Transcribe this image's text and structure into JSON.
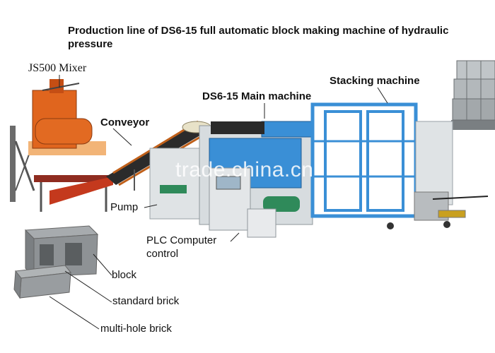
{
  "title": "Production line of DS6-15 full automatic block making machine of hydraulic pressure",
  "labels": {
    "mixer": "JS500 Mixer",
    "conveyor": "Conveyor",
    "main_machine": "DS6-15 Main machine",
    "stacking_machine": "Stacking machine",
    "pump": "Pump",
    "plc": "PLC Computer control",
    "block": "block",
    "standard_brick": "standard brick",
    "multi_hole_brick": "multi-hole brick"
  },
  "watermark": "trade.china.cn",
  "colors": {
    "mixer_orange": "#e0651e",
    "machine_blue": "#3a8fd6",
    "frame_gray": "#c9cfd2",
    "block_gray": "#8e9295"
  }
}
